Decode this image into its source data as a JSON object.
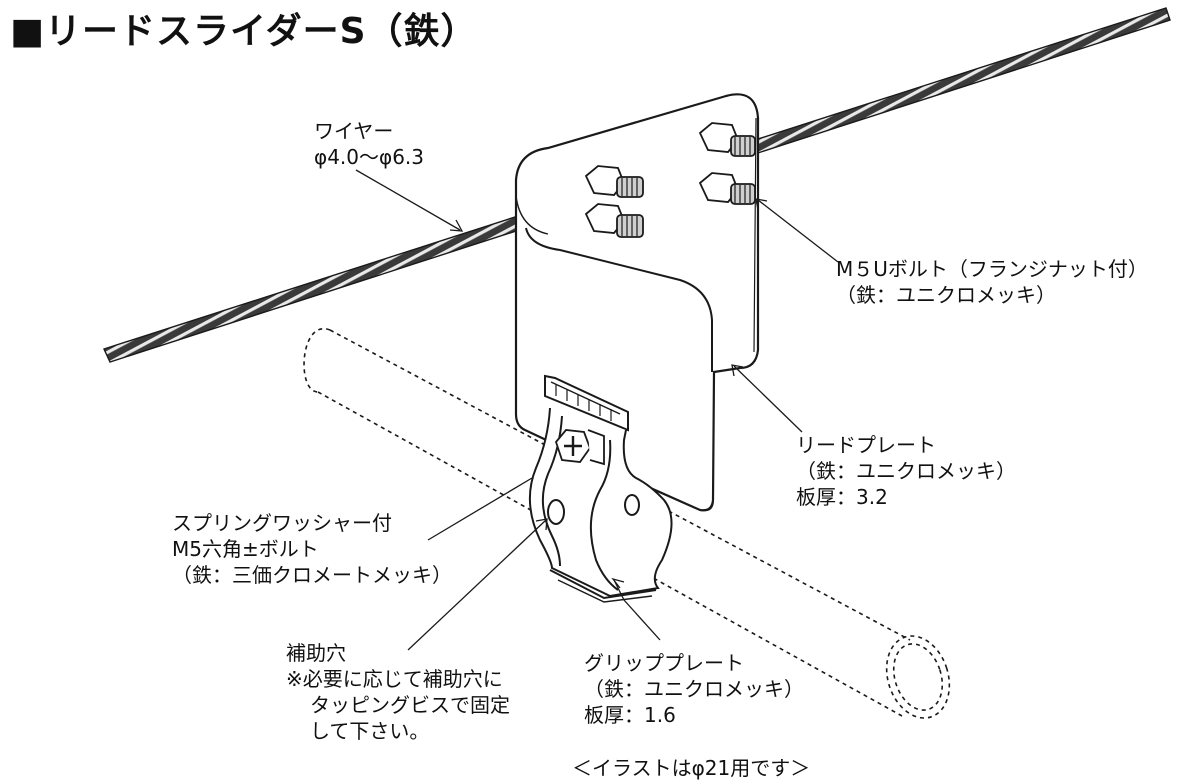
{
  "title": "■リードスライダーS（鉄）",
  "labels": {
    "wire": [
      "ワイヤー",
      "φ4.0～φ6.3"
    ],
    "ubolt": [
      "M５Uボルト（フランジナット付）",
      "（鉄：ユニクロメッキ）"
    ],
    "lead_plate": [
      "リードプレート",
      "（鉄：ユニクロメッキ）",
      "板厚：3.2"
    ],
    "hex_bolt": [
      "スプリングワッシャー付",
      "M5六角±ボルト",
      "（鉄：三価クロメートメッキ）"
    ],
    "aux_hole": [
      "補助穴",
      "※必要に応じて補助穴に",
      "タッピングビスで固定",
      "して下さい。"
    ],
    "grip_plate": [
      "グリッププレート",
      "（鉄：ユニクロメッキ）",
      "板厚：1.6"
    ]
  },
  "caption": "＜イラストはφ21用です＞",
  "colors": {
    "line": "#1a1a1a",
    "wire_dark": "#2a2a2a",
    "wire_light": "#e8e8e8",
    "plate": "#ffffff",
    "nut_shade": "#b5b5b5"
  }
}
